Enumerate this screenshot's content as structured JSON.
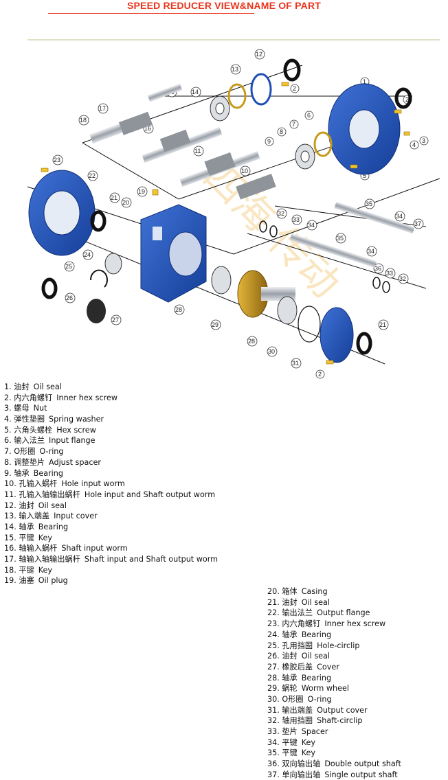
{
  "title": "SPEED REDUCER VIEW&NAME OF PART",
  "watermark": "四海 传动",
  "colors": {
    "title": "#e8341c",
    "casing": "#1f4fb3",
    "flange": "#1c57c4",
    "bronze": "#c69a1a",
    "steel": "#b7bcc4"
  },
  "callouts": [
    "1",
    "2",
    "3",
    "4",
    "5",
    "6",
    "7",
    "8",
    "9",
    "10",
    "11",
    "12",
    "13",
    "14",
    "15",
    "16",
    "17",
    "18",
    "19",
    "20",
    "21",
    "22",
    "23",
    "24",
    "25",
    "26",
    "27",
    "28",
    "29",
    "30",
    "31",
    "32",
    "33",
    "34",
    "35",
    "36",
    "37"
  ],
  "parts_left": [
    {
      "num": "1.",
      "zh": "油封",
      "en": "Oil seal"
    },
    {
      "num": "2.",
      "zh": "内六角螺钉",
      "en": "Inner hex screw"
    },
    {
      "num": "3.",
      "zh": "螺母",
      "en": "Nut"
    },
    {
      "num": "4.",
      "zh": "弹性垫圈",
      "en": "Spring washer"
    },
    {
      "num": "5.",
      "zh": "六角头螺栓",
      "en": "Hex screw"
    },
    {
      "num": "6.",
      "zh": "输入法兰",
      "en": "Input flange"
    },
    {
      "num": "7.",
      "zh": "O形圈",
      "en": "O-ring"
    },
    {
      "num": "8.",
      "zh": "调整垫片",
      "en": "Adjust spacer"
    },
    {
      "num": "9.",
      "zh": "轴承",
      "en": "Bearing"
    },
    {
      "num": "10.",
      "zh": "孔输入蜗杆",
      "en": "Hole input worm"
    },
    {
      "num": "11.",
      "zh": "孔输入轴输出蜗杆",
      "en": "Hole input and Shaft output worm"
    },
    {
      "num": "12.",
      "zh": "油封",
      "en": "Oil seal"
    },
    {
      "num": "13.",
      "zh": "输入端盖",
      "en": "Input cover"
    },
    {
      "num": "14.",
      "zh": "轴承",
      "en": "Bearing"
    },
    {
      "num": "15.",
      "zh": "平键",
      "en": "Key"
    },
    {
      "num": "16.",
      "zh": "轴输入蜗杆",
      "en": "Shaft input worm"
    },
    {
      "num": "17.",
      "zh": "轴输入轴输出蜗杆",
      "en": "Shaft input and Shaft output worm"
    },
    {
      "num": "18.",
      "zh": "平键",
      "en": "Key"
    },
    {
      "num": "19.",
      "zh": "油塞",
      "en": "Oil plug"
    }
  ],
  "parts_right": [
    {
      "num": "20.",
      "zh": "箱体",
      "en": "Casing"
    },
    {
      "num": "21.",
      "zh": "油封",
      "en": "Oil seal"
    },
    {
      "num": "22.",
      "zh": "输出法兰",
      "en": "Output flange"
    },
    {
      "num": "23.",
      "zh": "内六角螺钉",
      "en": "Inner hex screw"
    },
    {
      "num": "24.",
      "zh": "轴承",
      "en": "Bearing"
    },
    {
      "num": "25.",
      "zh": "孔用挡圈",
      "en": "Hole-circlip"
    },
    {
      "num": "26.",
      "zh": "油封",
      "en": "Oil seal"
    },
    {
      "num": "27.",
      "zh": "橡胶后盖",
      "en": "Cover"
    },
    {
      "num": "28.",
      "zh": "轴承",
      "en": "Bearing"
    },
    {
      "num": "29.",
      "zh": "蜗轮",
      "en": "Worm wheel"
    },
    {
      "num": "30.",
      "zh": "O形圈",
      "en": "O-ring"
    },
    {
      "num": "31.",
      "zh": "输出端盖",
      "en": "Output cover"
    },
    {
      "num": "32.",
      "zh": "轴用挡圈",
      "en": "Shaft-circlip"
    },
    {
      "num": "33.",
      "zh": "垫片",
      "en": "Spacer"
    },
    {
      "num": "34.",
      "zh": "平键",
      "en": "Key"
    },
    {
      "num": "35.",
      "zh": "平键",
      "en": "Key"
    },
    {
      "num": "36.",
      "zh": "双向输出轴",
      "en": "Double output shaft"
    },
    {
      "num": "37.",
      "zh": "单向输出轴",
      "en": "Single output shaft"
    }
  ]
}
